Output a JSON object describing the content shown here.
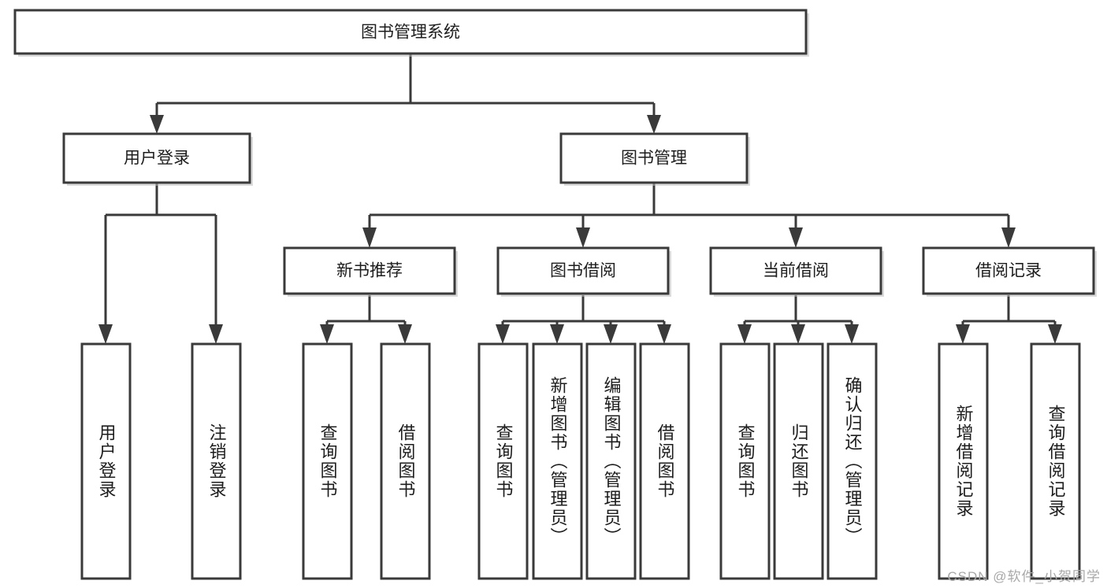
{
  "diagram": {
    "title": "图书管理系统",
    "type": "tree-hierarchy",
    "root": {
      "label": "图书管理系统"
    },
    "level2": [
      {
        "label": "用户登录"
      },
      {
        "label": "图书管理"
      }
    ],
    "level3": [
      {
        "label": "新书推荐"
      },
      {
        "label": "图书借阅"
      },
      {
        "label": "当前借阅"
      },
      {
        "label": "借阅记录"
      }
    ],
    "leaves": {
      "user_login": [
        {
          "label": "用户登录"
        },
        {
          "label": "注销登录"
        }
      ],
      "new_book_recommend": [
        {
          "label": "查询图书"
        },
        {
          "label": "借阅图书"
        }
      ],
      "book_borrow": [
        {
          "label": "查询图书"
        },
        {
          "label": "新增图书（管理员）"
        },
        {
          "label": "编辑图书（管理员）"
        },
        {
          "label": "借阅图书"
        }
      ],
      "current_borrow": [
        {
          "label": "查询图书"
        },
        {
          "label": "归还图书"
        },
        {
          "label": "确认归还（管理员）"
        }
      ],
      "borrow_record": [
        {
          "label": "新增借阅记录"
        },
        {
          "label": "查询借阅记录"
        }
      ]
    }
  },
  "watermark": {
    "text": "CSDN @软件_小贺同学"
  },
  "colors": {
    "stroke": "#3a3a3a",
    "box_fill": "#ffffff",
    "text": "#1d1d1d",
    "shadow": "#bdbdbd",
    "watermark": "#a8a8a8",
    "background": "#ffffff"
  }
}
